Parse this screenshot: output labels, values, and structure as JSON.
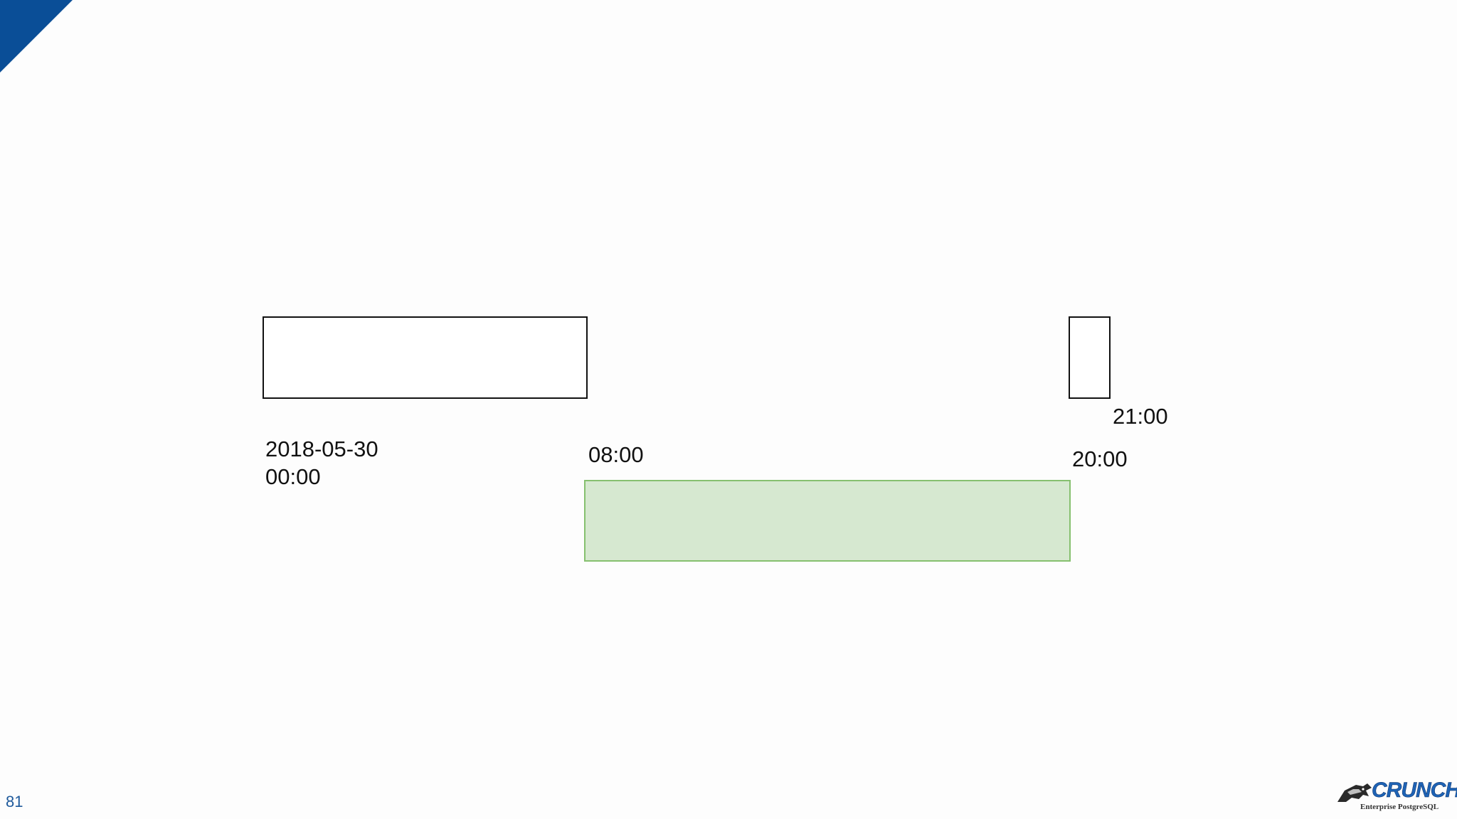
{
  "slide": {
    "number": "81",
    "accent_color": "#0a4e97"
  },
  "diagram": {
    "start_date_line": "2018-05-30",
    "start_time_line": "00:00",
    "label_0800": "08:00",
    "label_2000": "20:00",
    "label_2100": "21:00",
    "highlight_color": "#d6e8d0",
    "highlight_border_color": "#86c06f"
  },
  "logo": {
    "wordmark": "CRUNCHY",
    "tagline": "Enterprise PostgreSQL",
    "icon": "crunchy-elephant-logo-icon"
  }
}
